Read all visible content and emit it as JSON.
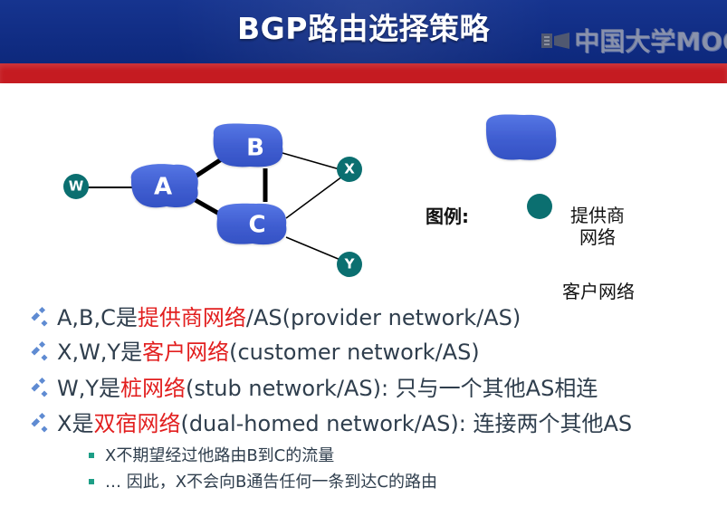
{
  "slide": {
    "title": "BGP路由选择策略",
    "watermark": "中国大学MOOC",
    "colors": {
      "title_bar": "#16348f",
      "red_stripe": "#c51b21",
      "provider_node": "#4764d7",
      "customer_node": "#0b6f70",
      "red_text": "#e21f1f",
      "body_text": "#2f3e4d"
    }
  },
  "diagram": {
    "provider_nodes": [
      "A",
      "B",
      "C"
    ],
    "customer_nodes": [
      "W",
      "X",
      "Y"
    ],
    "legend": {
      "label": "图例:",
      "provider_line_1": "提供商",
      "provider_line_2": "网络",
      "customer": "客户网络"
    }
  },
  "bullets": [
    {
      "prefix": "A,B,C是",
      "highlight": "提供商网络",
      "suffix": "/AS(provider network/AS)"
    },
    {
      "prefix": "X,W,Y是",
      "highlight": "客户网络",
      "suffix": "(customer network/AS)"
    },
    {
      "prefix": "W,Y是",
      "highlight": "桩网络",
      "suffix": "(stub network/AS): 只与一个其他AS相连"
    },
    {
      "prefix": "X是",
      "highlight": "双宿网络",
      "suffix": "(dual-homed network/AS): 连接两个其他AS"
    }
  ],
  "subbullets": [
    "X不期望经过他路由B到C的流量",
    "… 因此，X不会向B通告任何一条到达C的路由"
  ]
}
